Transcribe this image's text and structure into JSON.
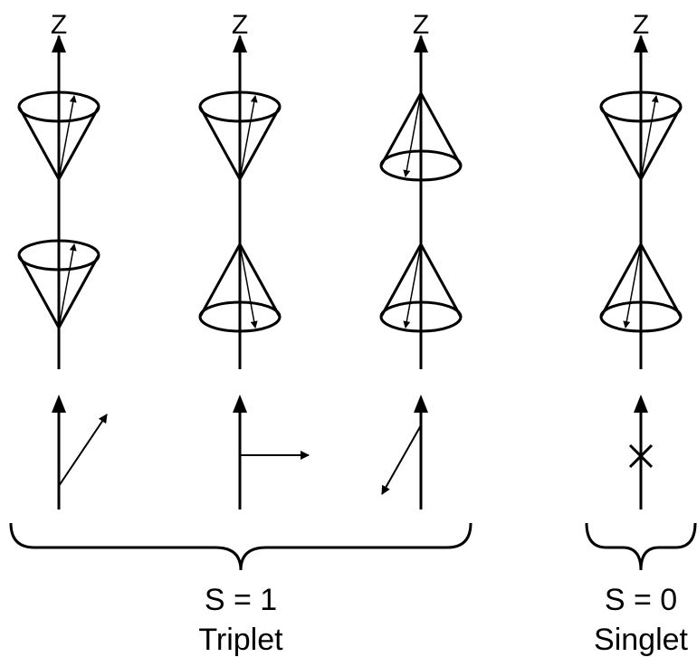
{
  "axis_label": "Z",
  "triplet": {
    "spin_label": "S = 1",
    "name": "Triplet"
  },
  "singlet": {
    "spin_label": "S = 0",
    "name": "Singlet"
  },
  "colors": {
    "line": "#000000",
    "background": "#ffffff"
  }
}
